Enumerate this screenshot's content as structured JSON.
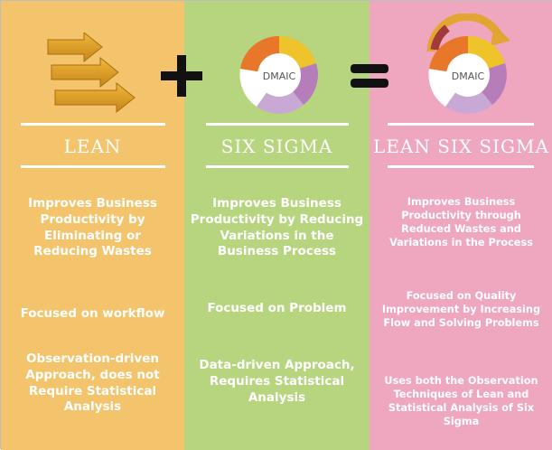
{
  "columns": [
    {
      "title": "LEAN",
      "points": [
        "Improves Business Productivity by Eliminating or Reducing Wastes",
        "Focused on workflow",
        "Observation-driven Approach, does not Require Statistical Analysis"
      ],
      "icon": "arrows-icon"
    },
    {
      "title": "SIX SIGMA",
      "points": [
        "Improves Business Productivity by Reducing Variations in the Business Process",
        "Focused on Problem",
        "Data-driven Approach, Requires Statistical Analysis"
      ],
      "icon": "dmaic-wheel-icon",
      "wheel_label": "DMAIC"
    },
    {
      "title": "LEAN SIX SIGMA",
      "points": [
        "Improves Business Productivity through Reduced Wastes and Variations in the Process",
        "Focused on Quality Improvement by Increasing Flow and Solving Problems",
        "Uses both the Observation Techniques of Lean and Statistical Analysis of Six Sigma"
      ],
      "icon": "dmaic-wheel-with-arrow-icon",
      "wheel_label": "DMAIC"
    }
  ],
  "operators": {
    "plus": "+",
    "equals": "="
  },
  "colors": {
    "lean_bg": "#f3c46b",
    "six_sigma_bg": "#b6d57e",
    "lean_six_sigma_bg": "#efa6bf",
    "wheel_orange": "#e9772a",
    "wheel_yellow": "#efc32a",
    "wheel_purple": "#b57ebb",
    "wheel_lavender": "#c8a8d4",
    "wheel_white": "#ffffff",
    "arrow_gold": "#d89a1f"
  }
}
